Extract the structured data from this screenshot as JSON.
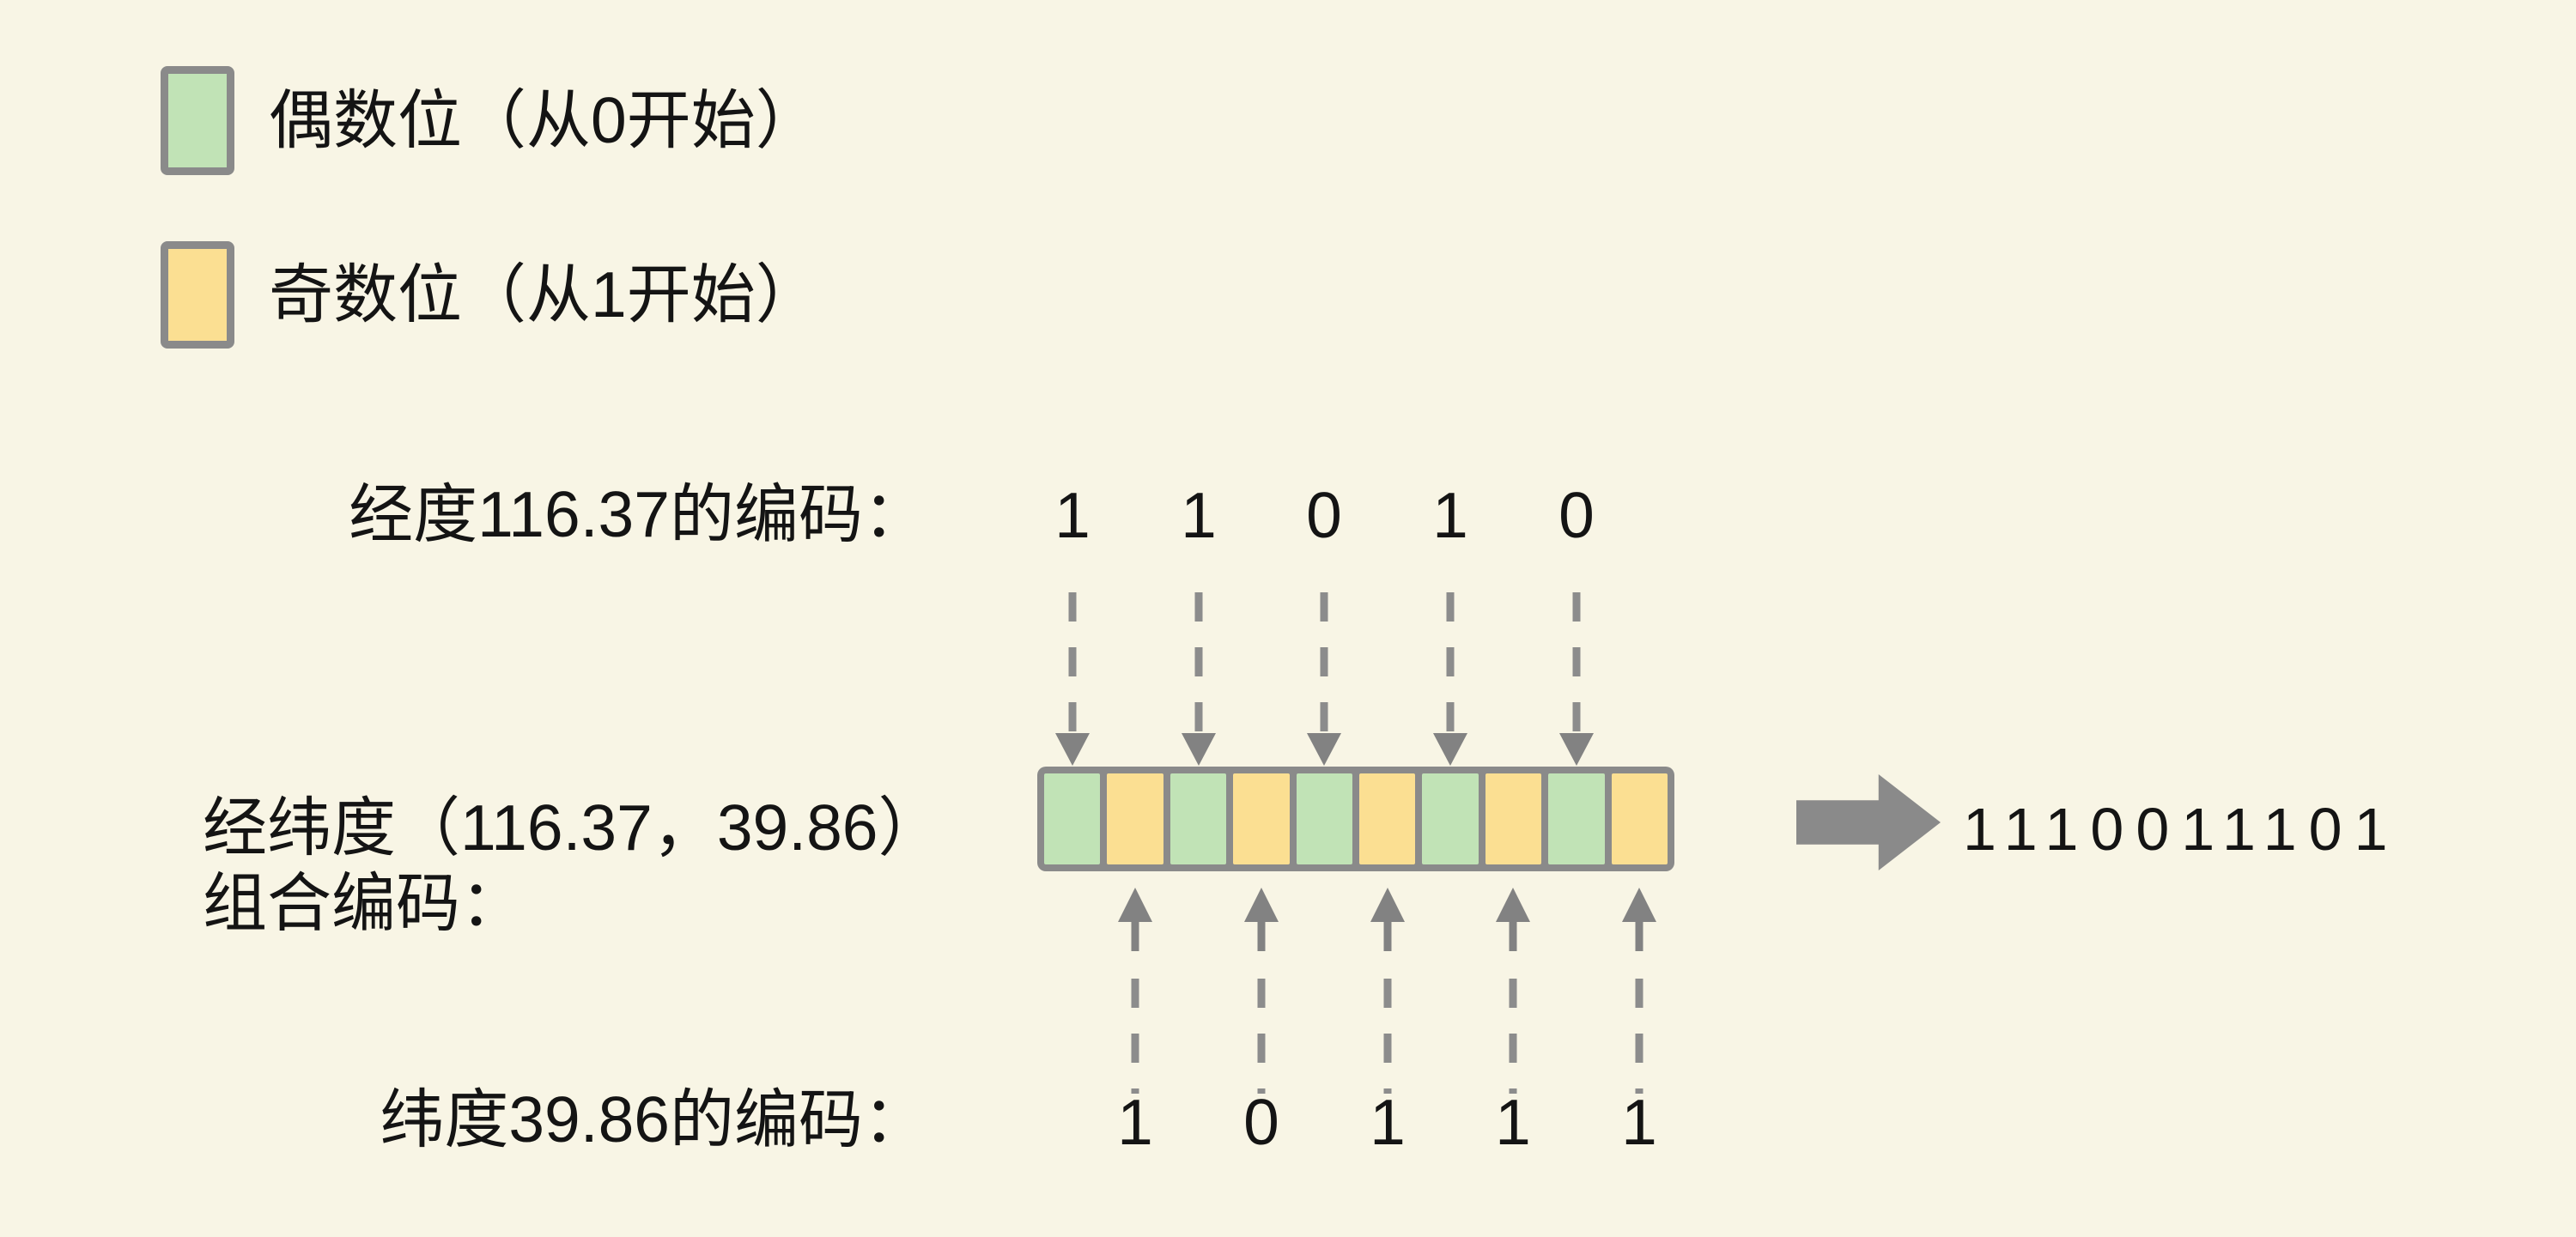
{
  "colors": {
    "background": "#F8F5E5",
    "even_fill": "#C1E3B6",
    "odd_fill": "#FBDF92",
    "frame_gray": "#8A8A8A",
    "arrow_gray": "#828282",
    "text": "#141414"
  },
  "legend": {
    "items": [
      {
        "id": "even",
        "label": "偶数位（从0开始）"
      },
      {
        "id": "odd",
        "label": "奇数位（从1开始）"
      }
    ]
  },
  "longitude": {
    "label": "经度116.37的编码：",
    "bits": [
      "1",
      "1",
      "0",
      "1",
      "0"
    ]
  },
  "latitude": {
    "label": "纬度39.86的编码：",
    "bits": [
      "1",
      "0",
      "1",
      "1",
      "1"
    ]
  },
  "combined": {
    "label_line1": "经纬度（116.37，39.86）",
    "label_line2": "组合编码：",
    "cell_pattern": [
      "even",
      "odd",
      "even",
      "odd",
      "even",
      "odd",
      "even",
      "odd",
      "even",
      "odd"
    ]
  },
  "result": {
    "value": "1110011101"
  }
}
